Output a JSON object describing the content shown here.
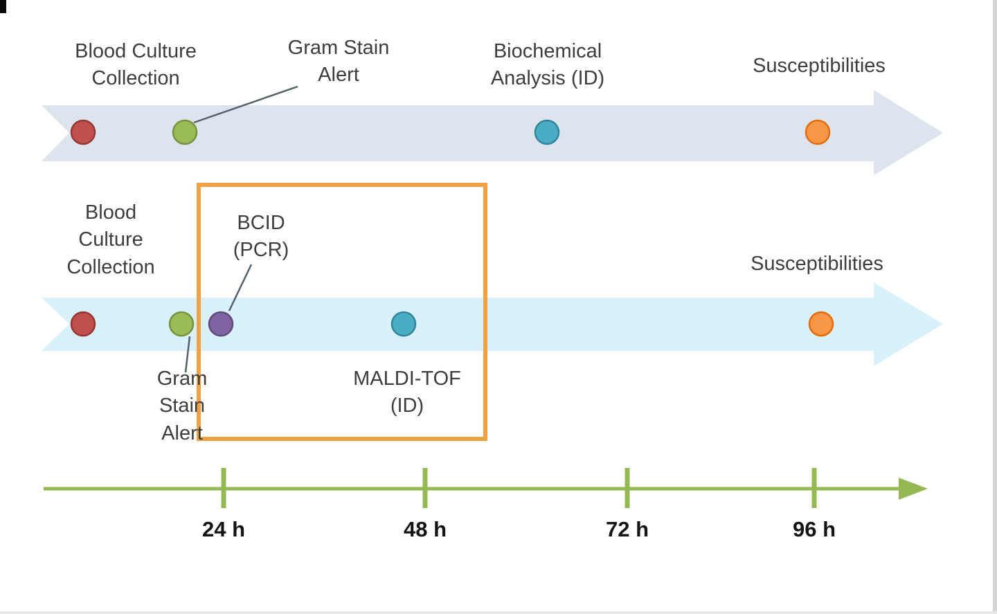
{
  "title": "Blood culture diagnostic timeline comparison",
  "colors": {
    "top_arrow": "#dde4ee",
    "bottom_arrow": "#d9f1fa",
    "highlight_box": "#f0a144",
    "axis": "#94b954",
    "connector": "#55606c",
    "dot_red": "#c0504d",
    "dot_green": "#9bbb59",
    "dot_teal": "#4bacc6",
    "dot_orange": "#f79646",
    "dot_purple": "#8064a2"
  },
  "top_timeline": {
    "blood_culture_label": "Blood Culture\nCollection",
    "gram_stain_label": "Gram Stain\nAlert",
    "biochemical_label": "Biochemical\nAnalysis (ID)",
    "susceptibilities_label": "Susceptibilities"
  },
  "bottom_timeline": {
    "blood_culture_label": "Blood\nCulture\nCollection",
    "bcid_label": "BCID\n(PCR)",
    "gram_stain_label": "Gram\nStain\nAlert",
    "maldi_label": "MALDI-TOF\n(ID)",
    "susceptibilities_label": "Susceptibilities"
  },
  "axis": {
    "ticks": [
      "24 h",
      "48 h",
      "72 h",
      "96 h"
    ]
  }
}
